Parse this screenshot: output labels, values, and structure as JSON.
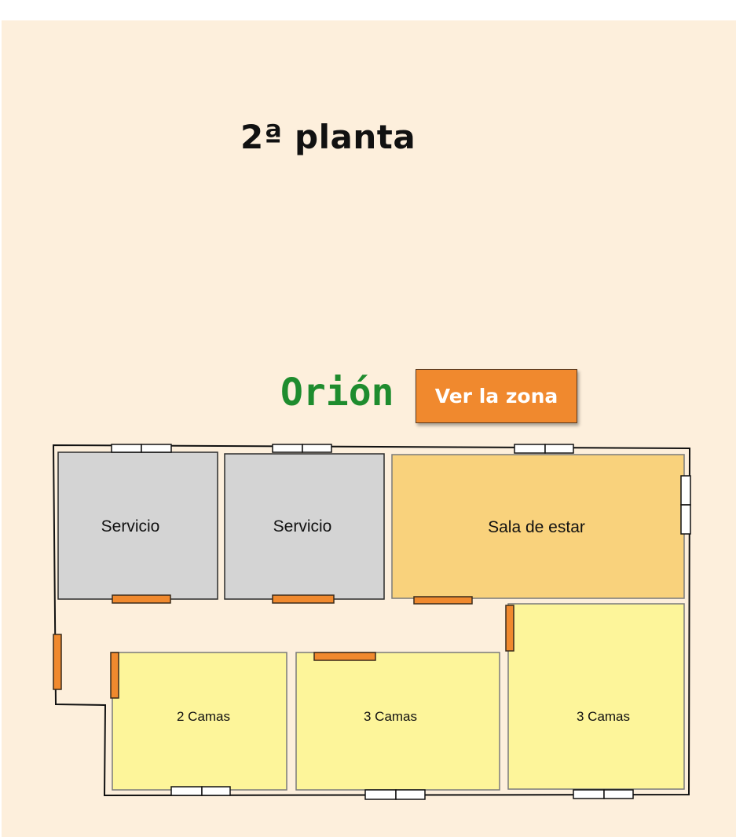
{
  "floor": {
    "title": "2ª planta"
  },
  "zone": {
    "name": "Orión",
    "button_label": "Ver la zona"
  },
  "colors": {
    "background": "#fdefdc",
    "service": "#d4d4d4",
    "living": "#f9d27c",
    "bedroom": "#fdf59a",
    "door": "#f0892e",
    "button": "#f0892e",
    "zone_name": "#1e8c2e"
  },
  "rooms": {
    "service_1": "Servicio",
    "service_2": "Servicio",
    "living": "Sala de estar",
    "bedroom_1": "2 Camas",
    "bedroom_2": "3 Camas",
    "bedroom_3": "3 Camas"
  }
}
